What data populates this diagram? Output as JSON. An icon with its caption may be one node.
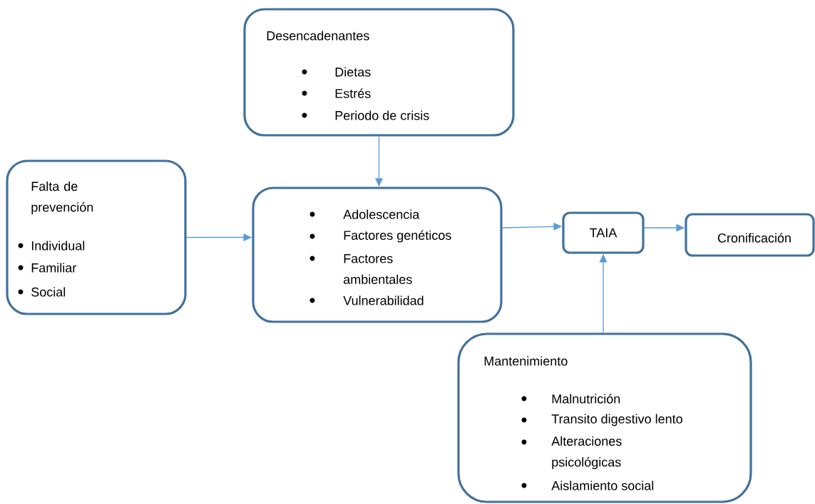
{
  "diagram": {
    "nodes": [
      {
        "text": [
          "Desencadenantes",
          "Dietas",
          "Estrés",
          "Periodo de crisis"
        ]
      },
      {
        "text": [
          "Falta de prevención",
          "Individual",
          "Familiar",
          "Social"
        ]
      },
      {
        "text": [
          "Adolescencia",
          "Factores genéticos",
          "Factores ambientales",
          "Vulnerabilidad"
        ]
      },
      {
        "text": [
          "TAIA"
        ]
      },
      {
        "text": [
          "Cronificación"
        ]
      },
      {
        "text": [
          "Mantenimiento",
          "Malnutrición",
          "Transito digestivo lento",
          "Alteraciones psicológicas",
          "Aislamiento social"
        ]
      }
    ],
    "edges": [
      {
        "from": 0,
        "to": 2,
        "arrow": "to"
      },
      {
        "from": 1,
        "to": 2,
        "arrow": "to"
      },
      {
        "from": 2,
        "to": 3,
        "arrow": "to"
      },
      {
        "from": 3,
        "to": 4,
        "arrow": "to"
      },
      {
        "from": 5,
        "to": 3,
        "arrow": "to"
      }
    ]
  }
}
